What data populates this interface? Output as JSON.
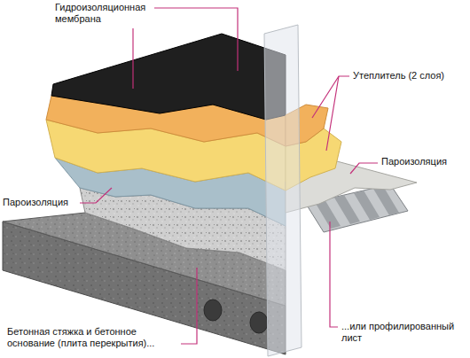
{
  "diagram": {
    "labels": [
      "Гидроизоляционная мембрана",
      "Утеплитель (2 слоя)",
      "Пароизоляция",
      "Пароизоляция",
      "Бетонная стяжка и бетонное основание (плита перекрытия)...",
      "...или профилированный лист"
    ]
  }
}
